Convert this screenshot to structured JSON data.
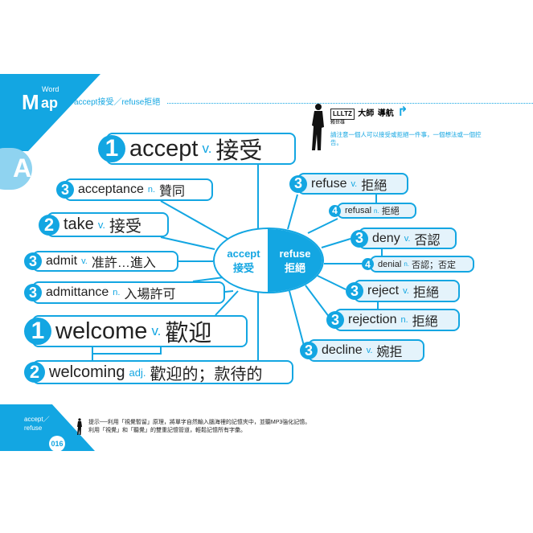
{
  "header": {
    "logo_word": "Word",
    "logo_map": "ap",
    "logo_m": "M",
    "breadcrumb": "accept接受／refuse拒絕",
    "section_letter": "A"
  },
  "guide": {
    "brand": "LLLTZ",
    "brand_sub": "賴世雄",
    "title1": "大師",
    "title2": "導航",
    "text": "請注意一個人可以接受或拒絕一件事，一個想法或一個控告。"
  },
  "center": {
    "left_en": "accept",
    "left_zh": "接受",
    "right_en": "refuse",
    "right_zh": "拒絕"
  },
  "left_nodes": [
    {
      "num": "1",
      "word": "accept",
      "pos": "v.",
      "zh": "接受"
    },
    {
      "num": "3",
      "word": "acceptance",
      "pos": "n.",
      "zh": "贊同"
    },
    {
      "num": "2",
      "word": "take",
      "pos": "v.",
      "zh": "接受"
    },
    {
      "num": "3",
      "word": "admit",
      "pos": "v.",
      "zh": "准許…進入"
    },
    {
      "num": "3",
      "word": "admittance",
      "pos": "n.",
      "zh": "入場許可"
    },
    {
      "num": "1",
      "word": "welcome",
      "pos": "v.",
      "zh": "歡迎"
    },
    {
      "num": "2",
      "word": "welcoming",
      "pos": "adj.",
      "zh": "歡迎的；款待的"
    }
  ],
  "right_nodes": [
    {
      "num": "3",
      "word": "refuse",
      "pos": "v.",
      "zh": "拒絕"
    },
    {
      "num": "4",
      "word": "refusal",
      "pos": "n.",
      "zh": "拒絕"
    },
    {
      "num": "3",
      "word": "deny",
      "pos": "v.",
      "zh": "否認"
    },
    {
      "num": "4",
      "word": "denial",
      "pos": "n.",
      "zh": "否認；否定"
    },
    {
      "num": "3",
      "word": "reject",
      "pos": "v.",
      "zh": "拒絕"
    },
    {
      "num": "3",
      "word": "rejection",
      "pos": "n.",
      "zh": "拒絕"
    },
    {
      "num": "3",
      "word": "decline",
      "pos": "v.",
      "zh": "婉拒"
    }
  ],
  "footer": {
    "label1": "accept／",
    "label2": "refuse",
    "page": "016",
    "tip_line1": "提示──利用「視覺暫留」原理，將單字自然輸入腦海裡的記憶夾中，並聽MP3強化記憶。",
    "tip_line2": "利用「視覺」和「聽覺」的雙重記憶管道，輕鬆記憶所有字彙。"
  },
  "colors": {
    "accent": "#13a6e2",
    "light": "#e4f3fb"
  }
}
